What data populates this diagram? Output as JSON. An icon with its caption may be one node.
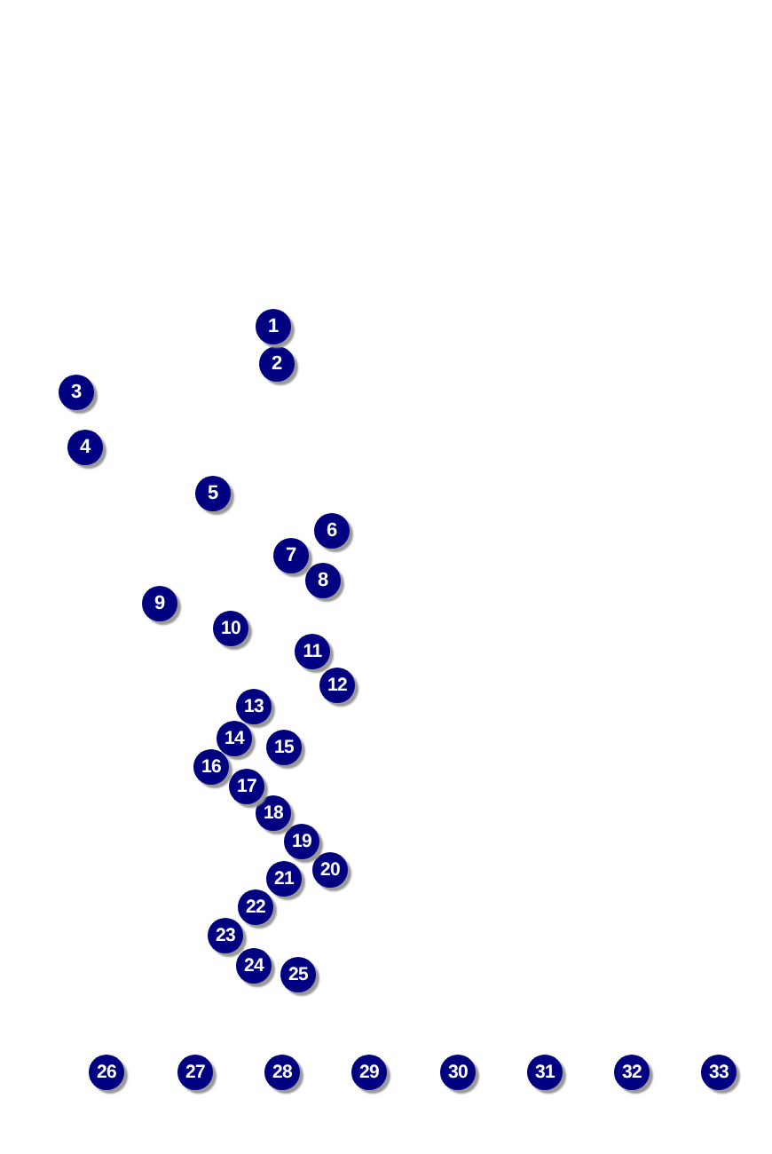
{
  "diagram": {
    "labels": [
      "1",
      "2",
      "3",
      "4",
      "5",
      "6",
      "7",
      "8",
      "9",
      "10",
      "11",
      "12",
      "13",
      "14",
      "15",
      "16",
      "17",
      "18",
      "19",
      "20",
      "21",
      "22",
      "23",
      "24",
      "25",
      "26",
      "27",
      "28",
      "29",
      "30",
      "31",
      "32",
      "33"
    ]
  }
}
